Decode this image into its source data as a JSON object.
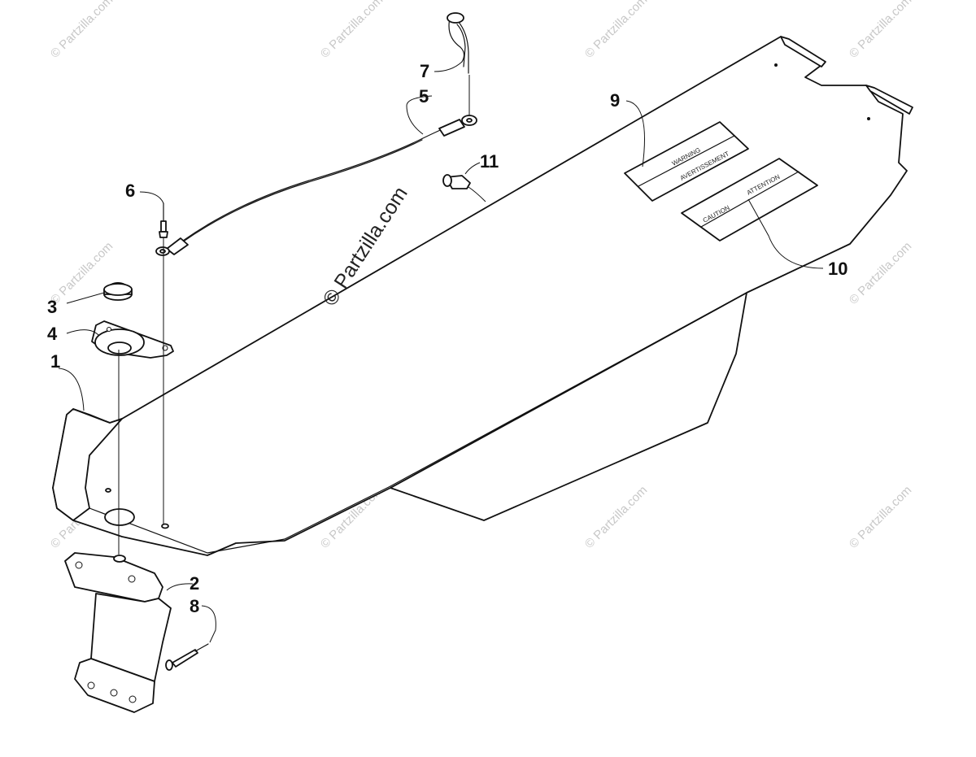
{
  "watermarks": {
    "center": "© Partzilla.com",
    "tile": "© Partzilla.com"
  },
  "decals": {
    "warning": "WARNING",
    "avertissement": "AVERTISSEMENT",
    "caution": "CAUTION",
    "attention": "ATTENTION"
  },
  "callouts": [
    {
      "id": "callout-1",
      "label": "1"
    },
    {
      "id": "callout-2",
      "label": "2"
    },
    {
      "id": "callout-3",
      "label": "3"
    },
    {
      "id": "callout-4",
      "label": "4"
    },
    {
      "id": "callout-5",
      "label": "5"
    },
    {
      "id": "callout-6",
      "label": "6"
    },
    {
      "id": "callout-7",
      "label": "7"
    },
    {
      "id": "callout-8",
      "label": "8"
    },
    {
      "id": "callout-9",
      "label": "9"
    },
    {
      "id": "callout-10",
      "label": "10"
    },
    {
      "id": "callout-11",
      "label": "11"
    }
  ]
}
